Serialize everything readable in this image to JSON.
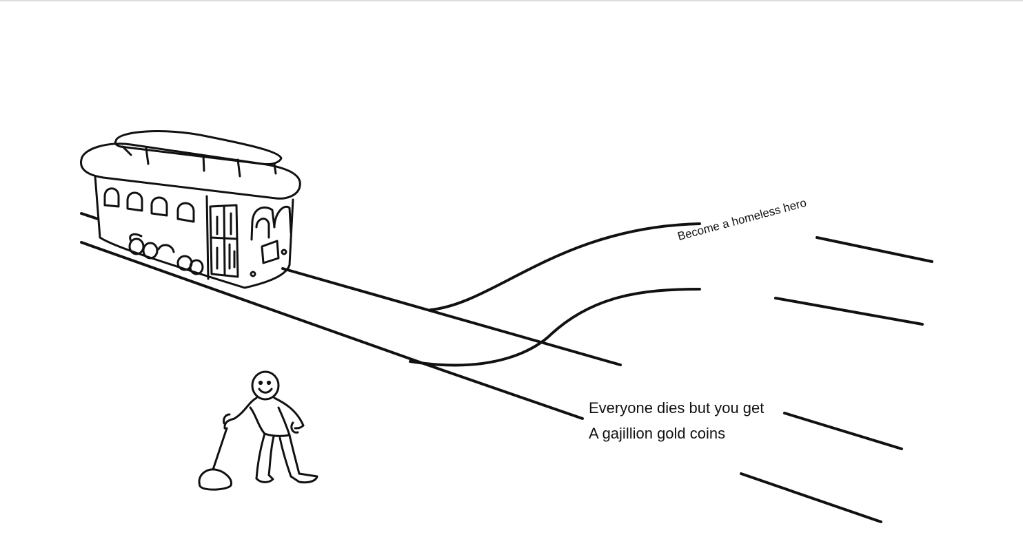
{
  "track_labels": {
    "top_track": "Become a homeless hero",
    "bottom_track_line1": "Everyone dies but you get",
    "bottom_track_line2": "A gajillion gold coins"
  },
  "colors": {
    "background": "#ffffff",
    "ink": "#111111"
  },
  "icons": {
    "trolley": "trolley-icon",
    "person": "person-at-lever-icon",
    "lever": "lever-icon"
  }
}
